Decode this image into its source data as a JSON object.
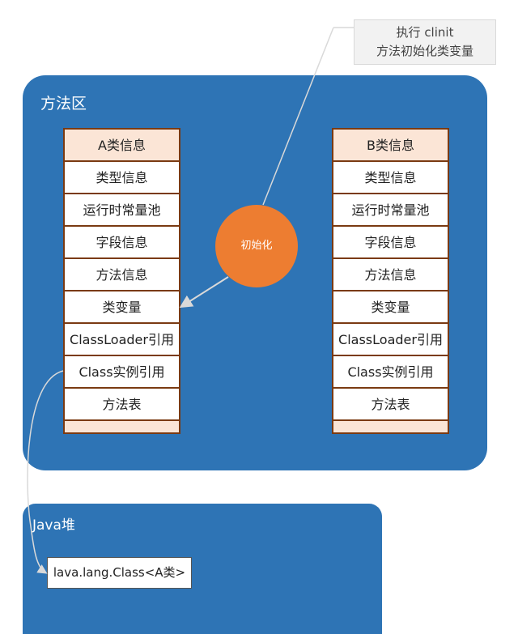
{
  "note": {
    "line1": "执行 clinit",
    "line2": "方法初始化类变量"
  },
  "method_area": {
    "title": "方法区"
  },
  "class_a": {
    "header": "A类信息",
    "rows": [
      "类型信息",
      "运行时常量池",
      "字段信息",
      "方法信息",
      "类变量",
      "ClassLoader引用",
      "Class实例引用",
      "方法表"
    ]
  },
  "class_b": {
    "header": "B类信息",
    "rows": [
      "类型信息",
      "运行时常量池",
      "字段信息",
      "方法信息",
      "类变量",
      "ClassLoader引用",
      "Class实例引用",
      "方法表"
    ]
  },
  "init_circle": {
    "label": "初始化"
  },
  "heap": {
    "title": "Java堆",
    "object": "lava.lang.Class<A类>"
  },
  "colors": {
    "area": "#2e74b5",
    "circle": "#ed7d31",
    "header_fill": "#fbe5d6",
    "border": "#7a3a12"
  }
}
